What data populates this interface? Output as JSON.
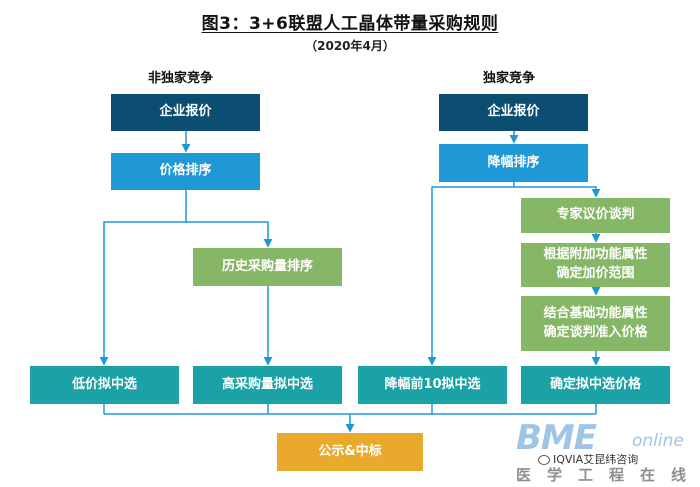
{
  "title": "图3：3+6联盟人工晶体带量采购规则",
  "subtitle": "（2020年4月）",
  "left_section": {
    "label": "非独家竞争",
    "enterprise_quote": "企业报价",
    "price_sort": "价格排序",
    "history_sort": "历史采购量排序",
    "low_price": "低价拟中选",
    "high_volume": "高采购量拟中选"
  },
  "right_section": {
    "label": "独家竞争",
    "enterprise_quote": "企业报价",
    "drop_sort": "降幅排序",
    "expert_negotiation": "专家议价谈判",
    "markup_line1": "根据附加功能属性",
    "markup_line2": "确定加价范围",
    "admission_line1": "结合基础功能属性",
    "admission_line2": "确定谈判准入价格",
    "top10": "降幅前10拟中选",
    "confirm_price": "确定拟中选价格"
  },
  "result": "公示&中标",
  "watermark": {
    "brand": "BME",
    "brand_suffix": "online",
    "tagline": "医学工程在线",
    "wechat": "IQVIA艾昆纬咨询"
  },
  "colors": {
    "navy": "#0b4e72",
    "blue": "#1f98d6",
    "teal": "#1aa2a6",
    "green": "#86b767",
    "gold": "#e9a92c",
    "connector": "#1f98d6"
  }
}
